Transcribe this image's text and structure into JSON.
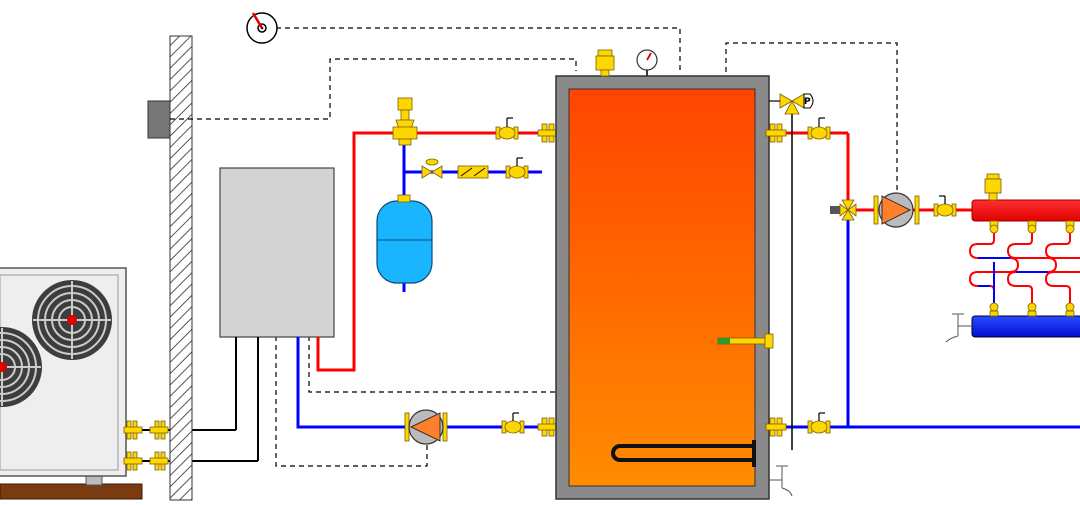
{
  "diagram": {
    "components": {
      "outdoor_unit": "heat-pump-outdoor-unit",
      "indoor_unit": "indoor-hydraulic-unit",
      "tank": "hot-water-storage-tank",
      "expansion_vessel": "expansion-vessel",
      "mixing_valve": "three-way-mixing-valve",
      "manifold": "underfloor-heating-manifold"
    },
    "labels": {
      "pressure_marker": "P"
    },
    "colors": {
      "hot_line": "#ff0000",
      "cold_line": "#0000ff",
      "fitting": "#ffd700",
      "tank_top": "#ff4500",
      "tank_bottom": "#ff8c00",
      "tank_shell": "#8a8a8a",
      "vessel": "#19b6ff",
      "pump_impeller": "#ff7f2a",
      "wall_hatch": "#555555",
      "ground": "#7a3b10"
    }
  }
}
